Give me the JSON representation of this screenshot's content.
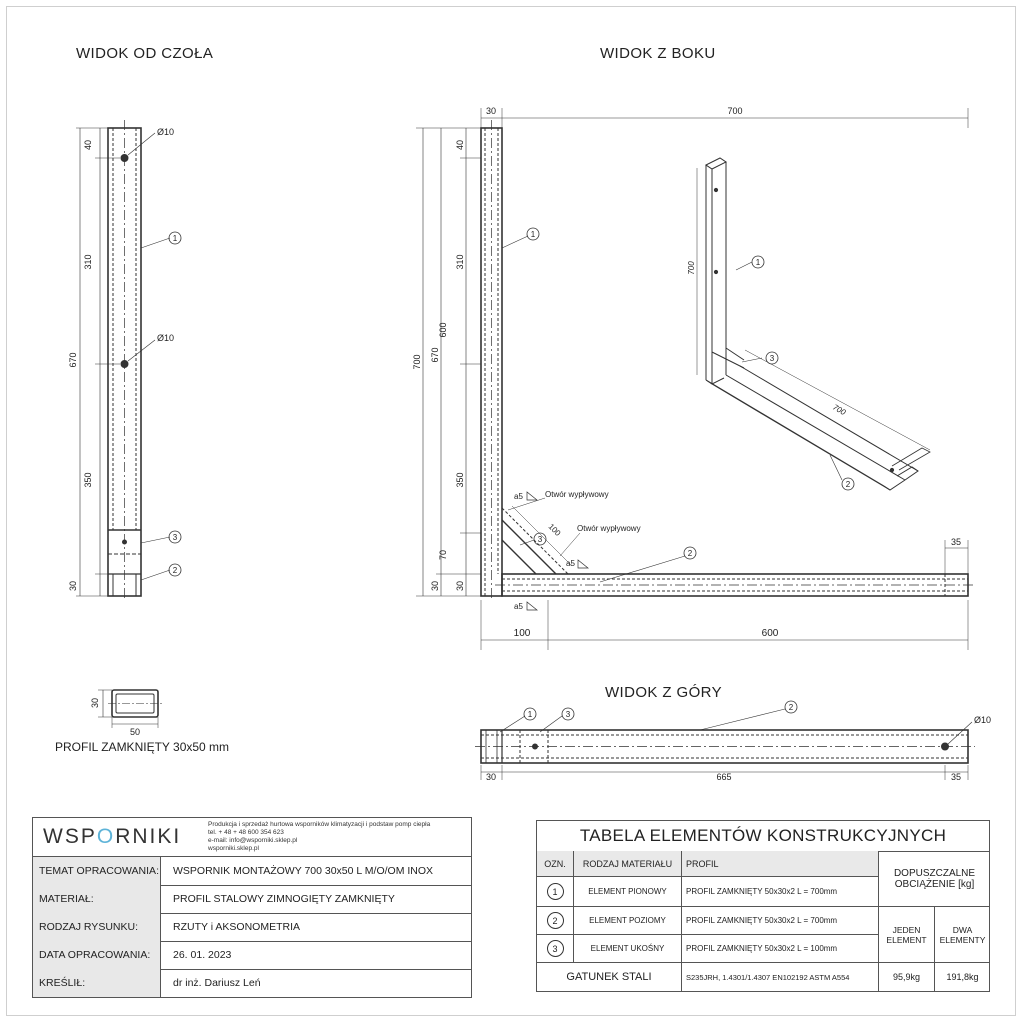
{
  "views": {
    "front_title": "WIDOK OD CZOŁA",
    "side_title": "WIDOK Z BOKU",
    "top_title": "WIDOK Z GÓRY"
  },
  "front_view": {
    "dims": [
      "40",
      "310",
      "670",
      "350",
      "30"
    ],
    "holes": [
      "Ø10",
      "Ø10"
    ],
    "markers": [
      "1",
      "3",
      "2"
    ]
  },
  "side_view": {
    "top_dims": [
      "30",
      "700"
    ],
    "vertical_dims": [
      "40",
      "310",
      "700",
      "670",
      "600",
      "350",
      "70",
      "30",
      "30"
    ],
    "bottom_dims": [
      "100",
      "600"
    ],
    "right_dim": "35",
    "welds": [
      "a5",
      "a5",
      "a5"
    ],
    "notes": [
      "Otwór wypływowy",
      "Otwór wypływowy"
    ],
    "diag_dim": "100",
    "markers": [
      "1",
      "3",
      "2"
    ]
  },
  "iso_view": {
    "dims": [
      "700",
      "700"
    ],
    "markers": [
      "1",
      "3",
      "2"
    ]
  },
  "top_view": {
    "dims": [
      "30",
      "665",
      "35"
    ],
    "hole": "Ø10",
    "markers": [
      "1",
      "3",
      "2"
    ]
  },
  "profile": {
    "caption": "PROFIL ZAMKNIĘTY 30x50 mm",
    "dim_h": "30",
    "dim_w": "50"
  },
  "title_block": {
    "logo_left": "WSP",
    "logo_accent": "O",
    "logo_right": "RNIKI",
    "company_lines": [
      "Produkcja i sprzedaż hurtowa wsporników klimatyzacji i podstaw pomp ciepła",
      "tel. + 48 + 48 600 354 623",
      "e-mail: info@wsporniki.sklep.pl",
      "wsporniki.sklep.pl"
    ],
    "rows": [
      {
        "label": "TEMAT OPRACOWANIA:",
        "value": "WSPORNIK MONTAŻOWY 700 30x50 L M/O/OM INOX"
      },
      {
        "label": "MATERIAŁ:",
        "value": "PROFIL STALOWY ZIMNOGIĘTY ZAMKNIĘTY"
      },
      {
        "label": "RODZAJ RYSUNKU:",
        "value": "RZUTY i AKSONOMETRIA"
      },
      {
        "label": "DATA OPRACOWANIA:",
        "value": "26. 01. 2023"
      },
      {
        "label": "KREŚLIŁ:",
        "value": "dr inż. Dariusz Leń"
      }
    ]
  },
  "element_table": {
    "title": "TABELA ELEMENTÓW KONSTRUKCYJNYCH",
    "headers": {
      "ozn": "OZN.",
      "material": "RODZAJ MATERIAŁU",
      "profile": "PROFIL",
      "load": "DOPUSZCZALNE OBCIĄŻENIE [kg]",
      "one": "JEDEN ELEMENT",
      "two": "DWA ELEMENTY"
    },
    "rows": [
      {
        "ozn": "1",
        "material": "ELEMENT PIONOWY",
        "profile": "PROFIL ZAMKNIĘTY 50x30x2 L = 700mm"
      },
      {
        "ozn": "2",
        "material": "ELEMENT POZIOMY",
        "profile": "PROFIL ZAMKNIĘTY 50x30x2 L = 700mm"
      },
      {
        "ozn": "3",
        "material": "ELEMENT UKOŚNY",
        "profile": "PROFIL ZAMKNIĘTY 50x30x2 L = 100mm"
      }
    ],
    "steel_label": "GATUNEK STALI",
    "steel_value": "S235JRH, 1.4301/1.4307  EN102192 ASTM A554",
    "load_one": "95,9kg",
    "load_two": "191,8kg"
  }
}
